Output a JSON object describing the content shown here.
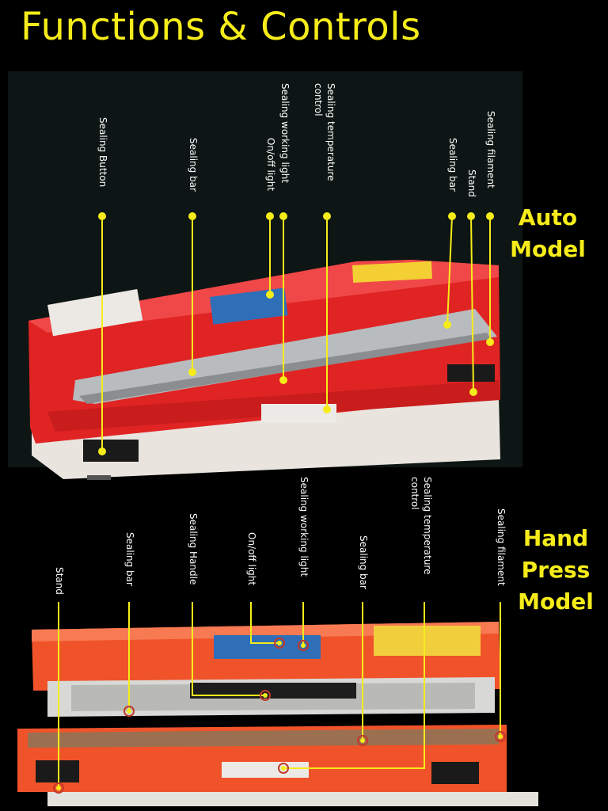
{
  "title": "Functions & Controls",
  "auto_model": {
    "heading_line1": "Auto",
    "heading_line2": "Model",
    "labels": {
      "sealing_button": "Sealing Button",
      "sealing_bar_left": "Sealing bar",
      "onoff_light": "On/off light",
      "sealing_working_light": "Sealing working light",
      "sealing_temperature_control_l1": "Sealing temperature",
      "sealing_temperature_control_l2": "control",
      "sealing_bar_right": "Sealing bar",
      "stand": "Stand",
      "sealing_filament": "Sealing filament"
    }
  },
  "hand_press_model": {
    "heading_line1": "Hand",
    "heading_line2": "Press",
    "heading_line3": "Model",
    "labels": {
      "stand": "Stand",
      "sealing_bar_left": "Sealing bar",
      "sealing_handle": "Sealing Handle",
      "onoff_light": "On/off light",
      "sealing_working_light": "Sealing working light",
      "sealing_bar_right": "Sealing bar",
      "sealing_temperature_control_l1": "Sealing temperature",
      "sealing_temperature_control_l2": "control",
      "sealing_filament": "Sealing filament"
    }
  },
  "colors": {
    "accent_yellow": "#f6ec1a",
    "machine_red": "#e02424",
    "machine_orange": "#f0532a"
  }
}
